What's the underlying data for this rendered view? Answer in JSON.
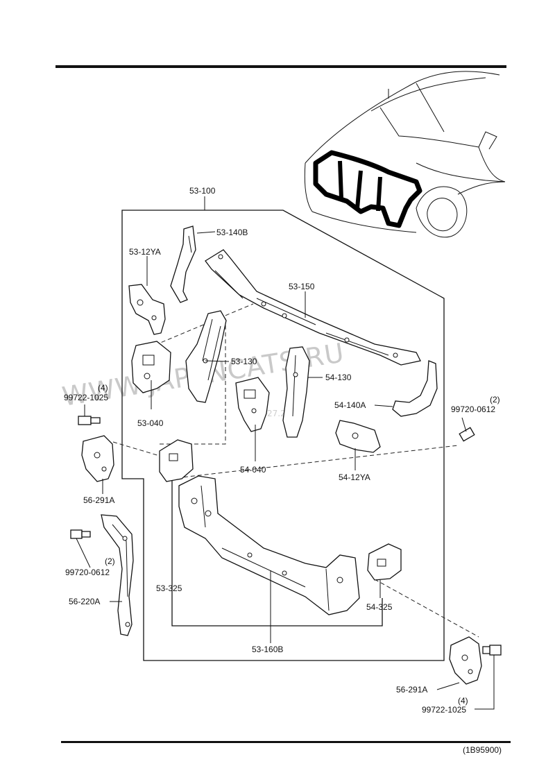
{
  "watermark": {
    "text": "WWW.JAPANCATS.RU",
    "stamp": "27.2...6"
  },
  "labels": {
    "p53_100": "53-100",
    "p53_140b": "53-140B",
    "p53_12ya": "53-12YA",
    "p53_150": "53-150",
    "p53_130": "53-130",
    "p54_130": "54-130",
    "p53_040": "53-040",
    "p54_040": "54-040",
    "p54_140a": "54-140A",
    "p54_12ya": "54-12YA",
    "bolt_left_qty": "(4)",
    "bolt_left_pn": "99722-1025",
    "bolt_right_qty": "(2)",
    "bolt_right_pn": "99720-0612",
    "p56_291a_left": "56-291A",
    "bolt_mid_qty": "(2)",
    "bolt_mid_pn": "99720-0612",
    "p56_220a": "56-220A",
    "p53_325": "53-325",
    "p54_325": "54-325",
    "p53_160b": "53-160B",
    "p56_291a_right": "56-291A",
    "bolt_bottom_qty": "(4)",
    "bolt_bottom_pn": "99722-1025"
  },
  "footer": {
    "code": "(1B95900)"
  }
}
